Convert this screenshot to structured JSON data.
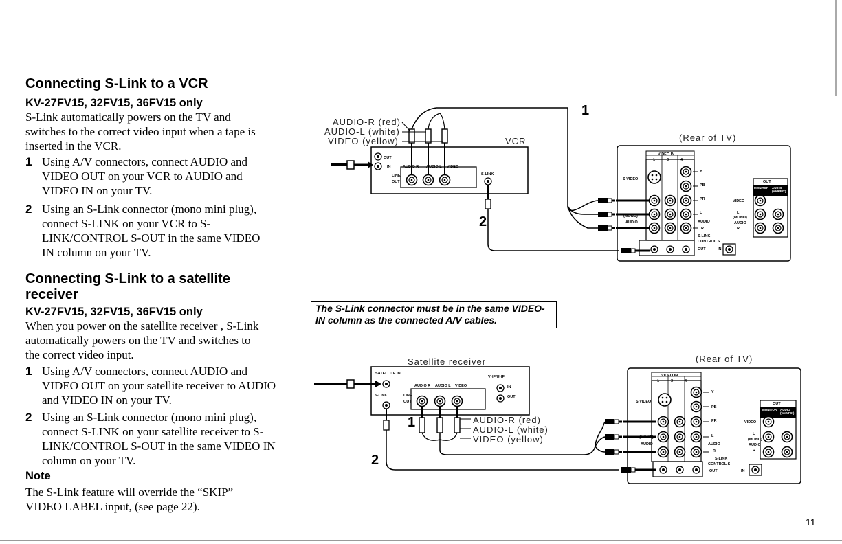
{
  "section1": {
    "heading": "Connecting S-Link to a VCR",
    "models": "KV-27FV15, 32FV15, 36FV15 only",
    "intro": "S-Link automatically powers on the TV and switches to the correct video input when a tape is inserted in the VCR.",
    "steps": [
      {
        "num": "1",
        "text": "Using A/V connectors, connect AUDIO and VIDEO OUT on your VCR to AUDIO and VIDEO IN on your TV."
      },
      {
        "num": "2",
        "text": "Using an S-Link connector (mono mini plug), connect S-LINK on your VCR to S-LINK/CONTROL S-OUT in the same VIDEO IN column on your TV."
      }
    ]
  },
  "section2": {
    "heading": "Connecting S-Link to a satellite receiver",
    "models": "KV-27FV15, 32FV15, 36FV15 only",
    "intro": "When you power on the satellite receiver , S-Link automatically powers on the TV and switches to the correct video input.",
    "steps": [
      {
        "num": "1",
        "text": "Using A/V connectors, connect AUDIO and VIDEO OUT on your satellite receiver to AUDIO and VIDEO IN on your TV."
      },
      {
        "num": "2",
        "text": "Using an S-Link connector (mono mini plug), connect S-LINK on your satellite receiver to S-LINK/CONTROL S-OUT in the same VIDEO IN column on your TV."
      }
    ],
    "note_heading": "Note",
    "note_text": "The S-Link feature will override the “SKIP” VIDEO LABEL input, (see page 22)."
  },
  "callout": "The S-Link connector must be in the same VIDEO-IN column as the connected A/V cables.",
  "diagram1": {
    "cable_labels": [
      "AUDIO-R (red)",
      "AUDIO-L (white)",
      "VIDEO (yellow)"
    ],
    "device_label": "VCR",
    "tv_label": "(Rear of TV)",
    "step1": "1",
    "step2": "2",
    "vcr_panel": {
      "out": "OUT",
      "in": "IN",
      "line": "LINE",
      "line_out": "OUT",
      "audio_r": "AUDIO R",
      "audio_l": "AUDIO L",
      "video": "VIDEO",
      "slink": "S-LINK"
    }
  },
  "diagram2": {
    "device_label": "Satellite receiver",
    "tv_label": "(Rear of TV)",
    "cable_labels": [
      "AUDIO-R (red)",
      "AUDIO-L (white)",
      "VIDEO (yellow)"
    ],
    "step1": "1",
    "step2": "2",
    "sat_panel": {
      "satellite_in": "SATELLITE IN",
      "vhf_uhf": "VHF/UHF",
      "in": "IN",
      "out": "OUT",
      "slink": "S-LINK",
      "line": "LINE",
      "line_out": "OUT",
      "audio_r": "AUDIO R",
      "audio_l": "AUDIO L",
      "video": "VIDEO"
    }
  },
  "tv_panel": {
    "video_in": "VIDEO IN",
    "col_nums": [
      "1",
      "3",
      "4"
    ],
    "svideo": "S VIDEO",
    "y": "Y",
    "pb": "PB",
    "pr": "PR",
    "l": "L",
    "mono": "(MONO)",
    "audio": "AUDIO",
    "r": "R",
    "slink": "S-LINK",
    "control_s": "CONTROL S",
    "out": "OUT",
    "in": "IN",
    "out_header": "OUT",
    "monitor": "MONITOR",
    "audio_var": "AUDIO (VAR/FIX)",
    "video": "VIDEO"
  },
  "page_number": "11"
}
